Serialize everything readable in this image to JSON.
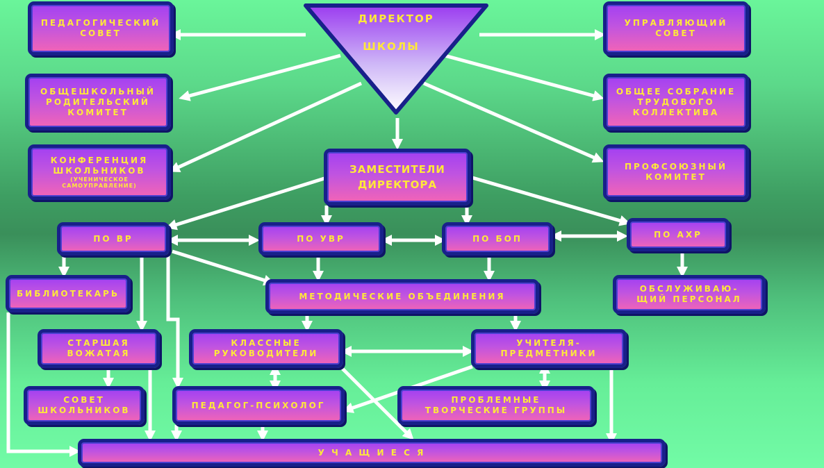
{
  "colors": {
    "box_border": "#18208a",
    "text": "#ffe83a",
    "arrow": "#ffffff"
  },
  "director": {
    "line1": "ДИРЕКТОР",
    "line2": "ШКОЛЫ"
  },
  "boxes": {
    "ped_sovet": [
      "ПЕДАГОГИЧЕСКИЙ",
      "СОВЕТ"
    ],
    "upr_sovet": [
      "УПРАВЛЯЮЩИЙ",
      "СОВЕТ"
    ],
    "rod_komitet": [
      "ОБЩЕШКОЛЬНЫЙ",
      "РОДИТЕЛЬСКИЙ",
      "КОМИТЕТ"
    ],
    "obshee_sobranie": [
      "ОБЩЕЕ СОБРАНИЕ",
      "ТРУДОВОГО",
      "КОЛЛЕКТИВА"
    ],
    "konferencia": [
      "КОНФЕРЕНЦИЯ",
      "ШКОЛЬНИКОВ",
      "(УЧЕНИЧЕСКОЕ",
      "САМОУПРАВЛЕНИЕ)"
    ],
    "profsoyuz": [
      "ПРОФСОЮЗНЫЙ",
      "КОМИТЕТ"
    ],
    "zamestiteli": [
      "ЗАМЕСТИТЕЛИ",
      "ДИРЕКТОРА"
    ],
    "po_vr": [
      "ПО ВР"
    ],
    "po_uvr": [
      "ПО УВР"
    ],
    "po_bop": [
      "ПО БОП"
    ],
    "po_ahr": [
      "ПО АХР"
    ],
    "bibliotekar": [
      "БИБЛИОТЕКАРЬ"
    ],
    "metod": [
      "МЕТОДИЧЕСКИЕ ОБЪЕДИНЕНИЯ"
    ],
    "obsluzh": [
      "ОБСЛУЖИВАЮ-",
      "ЩИЙ ПЕРСОНАЛ"
    ],
    "vozhataya": [
      "СТАРШАЯ",
      "ВОЖАТАЯ"
    ],
    "klassnye": [
      "КЛАССНЫЕ",
      "РУКОВОДИТЕЛИ"
    ],
    "uchitelya": [
      "УЧИТЕЛЯ-",
      "ПРЕДМЕТНИКИ"
    ],
    "sovet_shk": [
      "СОВЕТ",
      "ШКОЛЬНИКОВ"
    ],
    "psiholog": [
      "ПЕДАГОГ-ПСИХОЛОГ"
    ],
    "problemnye": [
      "ПРОБЛЕМНЫЕ",
      "ТВОРЧЕСКИЕ ГРУППЫ"
    ],
    "uchashiesya": [
      "У Ч А Щ И Е С Я"
    ]
  }
}
